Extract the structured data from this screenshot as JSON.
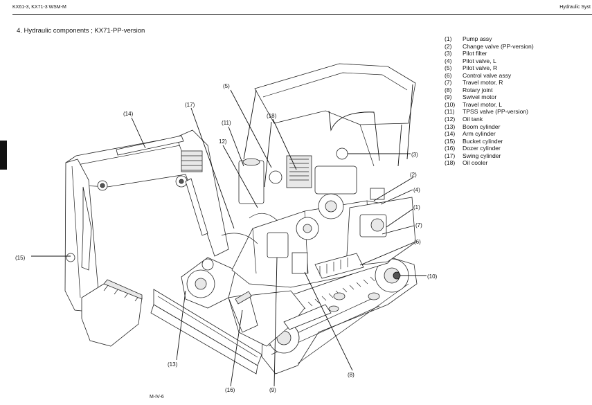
{
  "header": {
    "left": "KX61-3, KX71-3 WSM-M",
    "right": "Hydraulic Syst"
  },
  "section_title": "4.  Hydraulic components ; KX71-PP-version",
  "legend": [
    {
      "num": "(1)",
      "text": "Pump assy"
    },
    {
      "num": "(2)",
      "text": "Change valve (PP-version)"
    },
    {
      "num": "(3)",
      "text": "Pilot filter"
    },
    {
      "num": "(4)",
      "text": "Pilot valve, L"
    },
    {
      "num": "(5)",
      "text": "Pilot valve, R"
    },
    {
      "num": "(6)",
      "text": "Control valve assy"
    },
    {
      "num": "(7)",
      "text": "Travel motor, R"
    },
    {
      "num": "(8)",
      "text": "Rotary joint"
    },
    {
      "num": "(9)",
      "text": "Swivel motor"
    },
    {
      "num": "(10)",
      "text": "Travel motor, L"
    },
    {
      "num": "(11)",
      "text": "TPSS valve (PP-version)"
    },
    {
      "num": "(12)",
      "text": "Oil tank"
    },
    {
      "num": "(13)",
      "text": "Boom cylinder"
    },
    {
      "num": "(14)",
      "text": "Arm cylinder"
    },
    {
      "num": "(15)",
      "text": "Bucket cylinder"
    },
    {
      "num": "(16)",
      "text": "Dozer cylinder"
    },
    {
      "num": "(17)",
      "text": "Swing cylinder"
    },
    {
      "num": "(18)",
      "text": "Oil cooler"
    }
  ],
  "callouts": {
    "c1": "(1)",
    "c2": "(2)",
    "c3": "(3)",
    "c4": "(4)",
    "c5": "(5)",
    "c6": "(6)",
    "c7": "(7)",
    "c8": "(8)",
    "c9": "(9)",
    "c10": "(10)",
    "c11": "(11)",
    "c12": "12)",
    "c13": "(13)",
    "c14": "(14)",
    "c15": "(15)",
    "c16": "(16)",
    "c17": "(17)",
    "c18": "(18)"
  },
  "footer": "M-IV-6"
}
